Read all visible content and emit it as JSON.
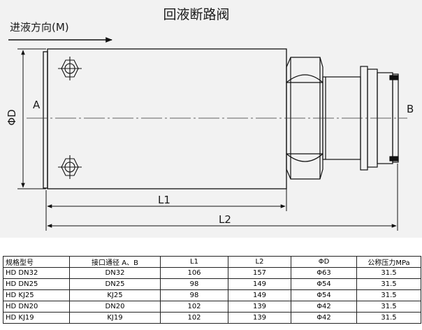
{
  "diagram": {
    "title": "回液断路阀",
    "flow_direction": "进液方向(M)",
    "port_a": "A",
    "port_b": "B",
    "diameter_label": "ΦD",
    "length_1_label": "L1",
    "length_2_label": "L2"
  },
  "table": {
    "headers": [
      "规格型号",
      "接口通径 A、B",
      "L1",
      "L2",
      "ΦD",
      "公称压力MPa"
    ],
    "rows": [
      [
        "HD DN32",
        "DN32",
        "106",
        "157",
        "Φ63",
        "31.5"
      ],
      [
        "HD DN25",
        "DN25",
        "98",
        "149",
        "Φ54",
        "31.5"
      ],
      [
        "HD KJ25",
        "KJ25",
        "98",
        "149",
        "Φ54",
        "31.5"
      ],
      [
        "HD DN20",
        "DN20",
        "102",
        "139",
        "Φ42",
        "31.5"
      ],
      [
        "HD KJ19",
        "KJ19",
        "102",
        "139",
        "Φ42",
        "31.5"
      ]
    ]
  }
}
